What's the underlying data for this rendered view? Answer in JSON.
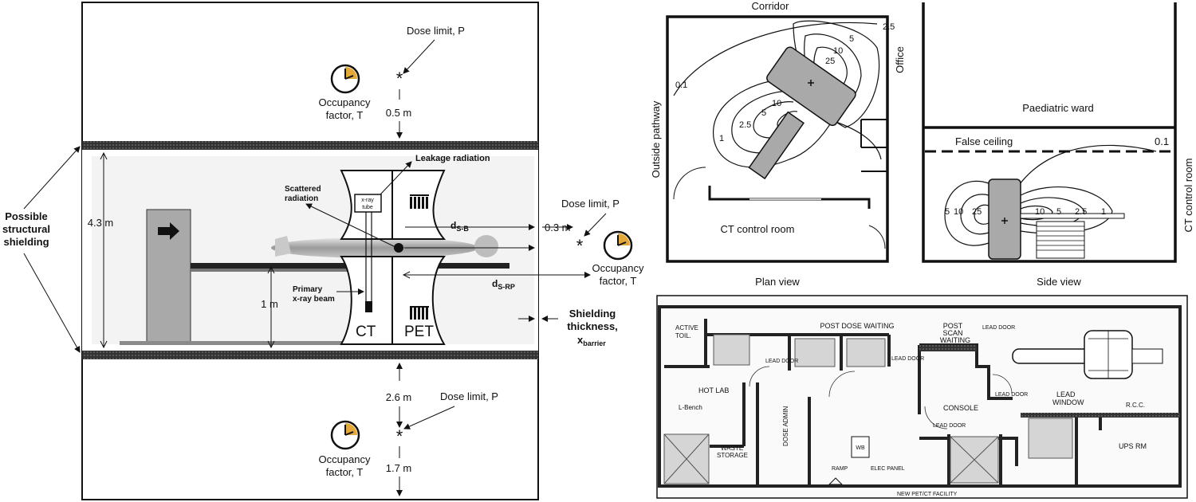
{
  "left_panel": {
    "dose_limit_top": "Dose limit, P",
    "occupancy_top": [
      "Occupancy",
      "factor, T"
    ],
    "dist_top": "0.5 m",
    "possible_shielding": [
      "Possible",
      "structural",
      "shielding"
    ],
    "room_height": "4.3 m",
    "table_height": "1 m",
    "leakage": "Leakage radiation",
    "xray_tube": [
      "x-ray",
      "tube"
    ],
    "scattered": [
      "Scattered",
      "radiation"
    ],
    "primary": [
      "Primary",
      "x-ray beam"
    ],
    "ct": "CT",
    "pet": "PET",
    "d_sb": "d",
    "d_sb_sub": "S-B",
    "d_srp": "d",
    "d_srp_sub": "S-RP",
    "dist_right": "0.3 m",
    "dose_limit_right": "Dose limit, P",
    "occupancy_right": [
      "Occupancy",
      "factor, T"
    ],
    "shielding_thickness": [
      "Shielding",
      "thickness,"
    ],
    "x_barrier": "x",
    "x_barrier_sub": "barrier",
    "dist_below_1": "2.6 m",
    "dose_limit_bottom": "Dose limit, P",
    "occupancy_bottom": [
      "Occupancy",
      "factor, T"
    ],
    "dist_below_2": "1.7 m"
  },
  "plan_view": {
    "corridor": "Corridor",
    "outside_pathway": "Outside pathway",
    "office": "Office",
    "ct_control_room": "CT control room",
    "caption": "Plan view",
    "isodose": [
      "2.5",
      "5",
      "10",
      "25",
      "0.1",
      "10",
      "5",
      "2.5",
      "1"
    ]
  },
  "side_view": {
    "paediatric_ward": "Paediatric ward",
    "false_ceiling": "False ceiling",
    "ct_control_room": "CT control room",
    "caption": "Side view",
    "isodose": [
      "0.1",
      "5",
      "10",
      "25",
      "10",
      "5",
      "2.5",
      "1"
    ]
  },
  "floor_plan": {
    "active_toil": [
      "ACTIVE",
      "TOIL."
    ],
    "post_dose_waiting": "POST DOSE WAITING",
    "post_scan_waiting": [
      "POST",
      "SCAN",
      "WAITING"
    ],
    "lead_door": "LEAD DOOR",
    "hot_lab": "HOT LAB",
    "l_bench": "L-Bench",
    "dose_admin": "DOSE ADMIN",
    "console": "CONSOLE",
    "lead_window": [
      "LEAD",
      "WINDOW"
    ],
    "rcc": "R.C.C.",
    "waste_storage": [
      "WASTE",
      "STORAGE"
    ],
    "ups_rm": "UPS RM",
    "ramp": "RAMP",
    "elec_panel": "ELEC PANEL",
    "wb": "WB",
    "facility": "NEW PET/CT FACILITY"
  }
}
